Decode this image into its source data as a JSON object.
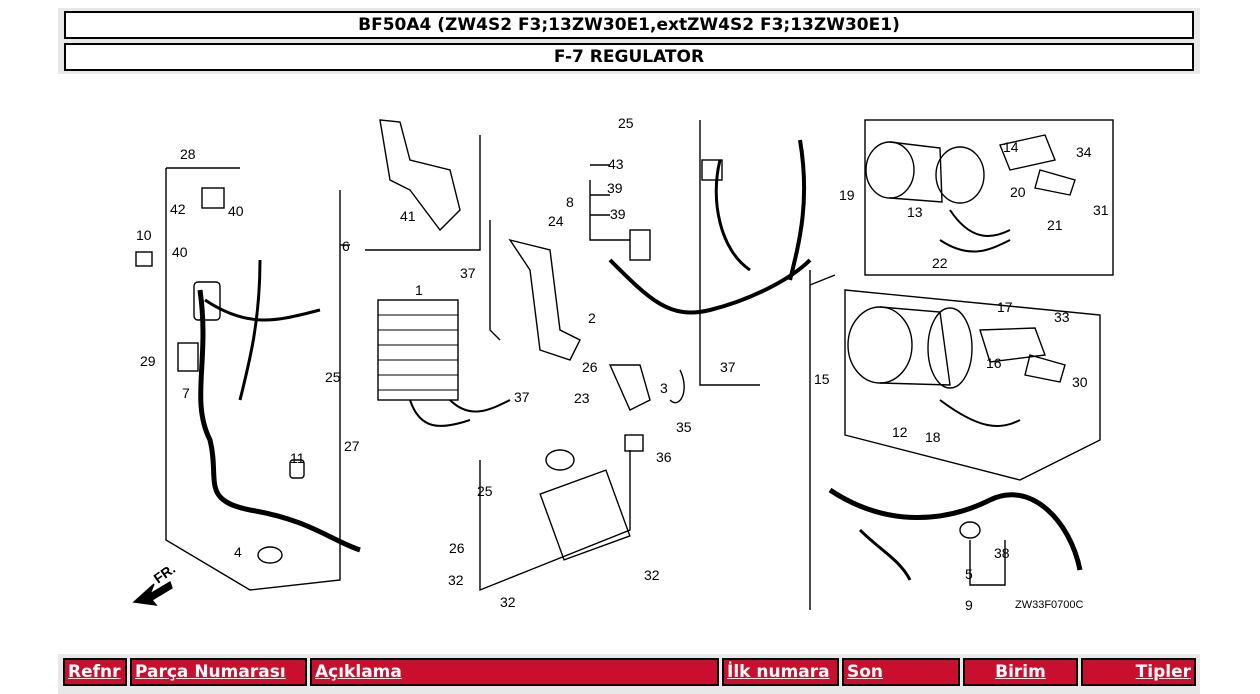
{
  "header": {
    "model": "BF50A4 (ZW4S2 F3;13ZW30E1,extZW4S2 F3;13ZW30E1)",
    "section": "F-7 REGULATOR"
  },
  "diagram": {
    "code": "ZW33F0700C",
    "front_marker": "FR.",
    "callouts": [
      "1",
      "2",
      "3",
      "4",
      "5",
      "6",
      "7",
      "8",
      "9",
      "10",
      "11",
      "12",
      "13",
      "14",
      "15",
      "16",
      "17",
      "18",
      "19",
      "20",
      "21",
      "22",
      "23",
      "24",
      "25",
      "25",
      "25",
      "26",
      "26",
      "27",
      "28",
      "29",
      "30",
      "31",
      "32",
      "32",
      "32",
      "33",
      "34",
      "35",
      "36",
      "37",
      "37",
      "37",
      "38",
      "39",
      "39",
      "40",
      "40",
      "41",
      "42",
      "43"
    ]
  },
  "table": {
    "columns": [
      "Refnr",
      "Parça Numarası",
      "Açıklama",
      "İlk numara",
      "Son",
      "Birim",
      "Tipler"
    ]
  }
}
